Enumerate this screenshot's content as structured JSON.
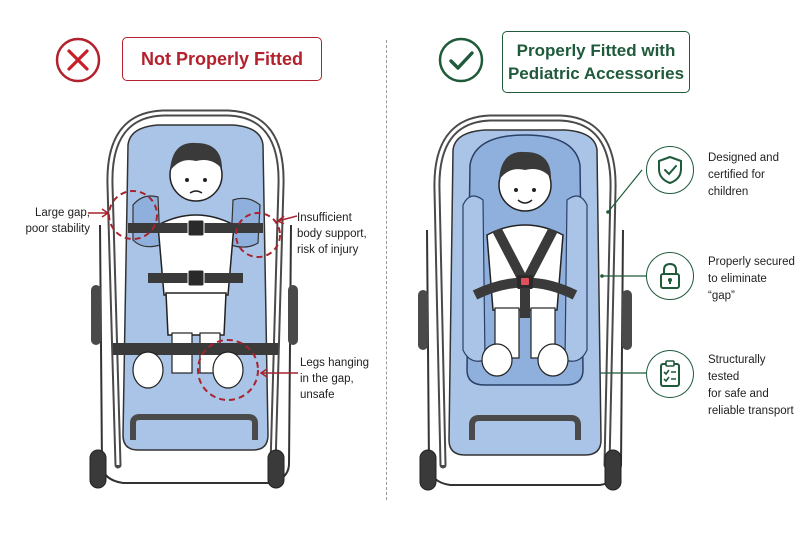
{
  "left_panel": {
    "status_icon": "x-circle-icon",
    "title": "Not Properly Fitted",
    "accent_color": "#b3212c",
    "callouts": [
      {
        "lines": [
          "Large gap,",
          "poor stability"
        ]
      },
      {
        "lines": [
          "Insufficient",
          "body support,",
          "risk of injury"
        ]
      },
      {
        "lines": [
          "Legs hanging",
          "in the gap,",
          "unsafe"
        ]
      }
    ]
  },
  "right_panel": {
    "status_icon": "check-circle-icon",
    "title_lines": [
      "Properly Fitted with",
      "Pediatric Accessories"
    ],
    "accent_color": "#1f5a3a",
    "features": [
      {
        "icon": "shield-check-icon",
        "lines": [
          "Designed and",
          "certified for",
          "children"
        ]
      },
      {
        "icon": "padlock-icon",
        "lines": [
          "Properly secured",
          "to eliminate",
          "“gap”"
        ]
      },
      {
        "icon": "clipboard-checklist-icon",
        "lines": [
          "Structurally tested",
          "for safe and",
          "reliable transport"
        ]
      }
    ]
  },
  "colors": {
    "mattress_blue": "#a9c4e6",
    "mattress_dark_blue": "#7fa3d3",
    "frame_dark": "#4a4a4a",
    "divider": "#9a9a9a"
  }
}
